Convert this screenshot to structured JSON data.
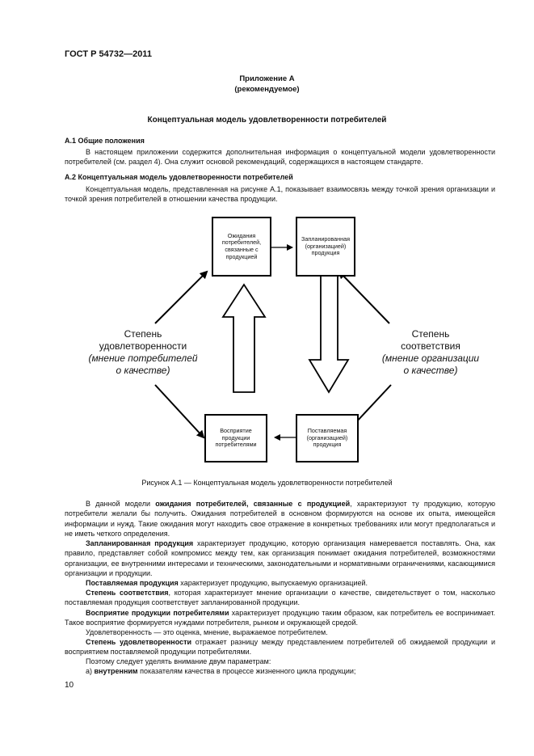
{
  "header": {
    "standard": "ГОСТ Р 54732—2011"
  },
  "appendix": {
    "title": "Приложение А",
    "subtitle": "(рекомендуемое)"
  },
  "main_title": "Концептуальная модель удовлетворенности потребителей",
  "section_a1": {
    "heading": "А.1 Общие положения",
    "text": "В настоящем приложении содержится дополнительная информация о концептуальной модели удовлетворенности потребителей (см. раздел 4). Она служит основой рекомендаций, содержащихся в настоящем стандарте."
  },
  "section_a2": {
    "heading": "А.2 Концептуальная модель удовлетворенности потребителей",
    "text": "Концептуальная модель, представленная на рисунке А.1, показывает взаимосвязь между точкой зрения организации и точкой зрения потребителей в отношении качества продукции."
  },
  "diagram": {
    "box_expectations": "Ожидания потребителей, связанные с продукцией",
    "box_planned": "Запланированная (организацией) продукция",
    "box_perception": "Восприятие продукции потребителями",
    "box_delivered": "Поставляемая (организацией) продукция",
    "left_label_1": "Степень",
    "left_label_2": "удовлетворенности",
    "left_label_3": "(мнение потребителей",
    "left_label_4": "о качестве)",
    "right_label_1": "Степень",
    "right_label_2": "соответствия",
    "right_label_3": "(мнение организации",
    "right_label_4": "о качестве)"
  },
  "figure_caption": "Рисунок А.1 — Концептуальная модель удовлетворенности потребителей",
  "body": {
    "p1_pre": "В данной модели ",
    "p1_bold": "ожидания потребителей, связанные с продукцией",
    "p1_post": ", характеризуют ту продукцию, которую потребители желали бы получить. Ожидания потребителей в основном формируются на основе их опыта, имеющейся информации и нужд. Такие ожидания могут находить свое отражение в конкретных требованиях или могут предполагаться и не иметь четкого определения.",
    "p2_bold": "Запланированная продукция",
    "p2_post": " характеризует продукцию, которую организация намеревается поставлять. Она, как правило, представляет собой компромисс между тем, как организация понимает ожидания потребителей, возможностями организации, ее внутренними интересами и техническими, законодательными и нормативными ограничениями, касающимися организации и продукции.",
    "p3_bold": "Поставляемая продукция",
    "p3_post": " характеризует продукцию, выпускаемую организацией.",
    "p4_bold": "Степень соответствия",
    "p4_post": ", которая характеризует мнение организации о качестве, свидетельствует о том, насколько поставляемая продукция соответствует запланированной продукции.",
    "p5_bold": "Восприятие продукции потребителями",
    "p5_post": " характеризует продукцию таким образом, как потребитель ее воспринимает. Такое восприятие формируется нуждами потребителя, рынком и окружающей средой.",
    "p6": "Удовлетворенность — это оценка, мнение, выражаемое потребителем.",
    "p7_bold": "Степень удовлетворенности",
    "p7_post": " отражает разницу между представлением потребителей об ожидаемой продукции и восприятием поставляемой продукции потребителями.",
    "p8": "Поэтому следует уделять внимание двум параметрам:",
    "p9_pre": "а) ",
    "p9_bold": "внутренним",
    "p9_post": " показателям качества в процессе жизненного цикла продукции;"
  },
  "page_number": "10"
}
